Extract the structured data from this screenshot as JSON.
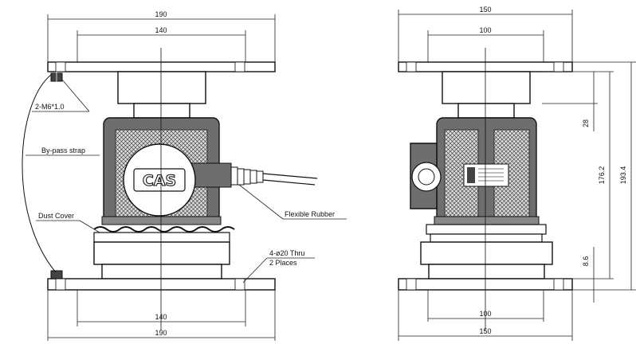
{
  "front_view": {
    "dims": {
      "top_outer": "190",
      "top_inner": "140",
      "bottom_inner": "140",
      "bottom_outer": "190"
    },
    "labels": {
      "bolt": "2-M6*1.0",
      "strap": "By-pass strap",
      "cover": "Dust Cover",
      "rubber": "Flexible Rubber",
      "holes_line1": "4-ø20 Thru",
      "holes_line2": "2 Places"
    },
    "logo_text": "CAS"
  },
  "side_view": {
    "dims": {
      "top_outer": "150",
      "top_inner": "100",
      "bottom_inner": "100",
      "bottom_outer": "150",
      "v_28": "28",
      "v_176": "176.2",
      "v_193": "193.4",
      "v_86": "8.6"
    }
  },
  "colors": {
    "line": "#111111",
    "body_fill": "#6e6e6e",
    "hatch_bg": "#d9d9d9"
  }
}
